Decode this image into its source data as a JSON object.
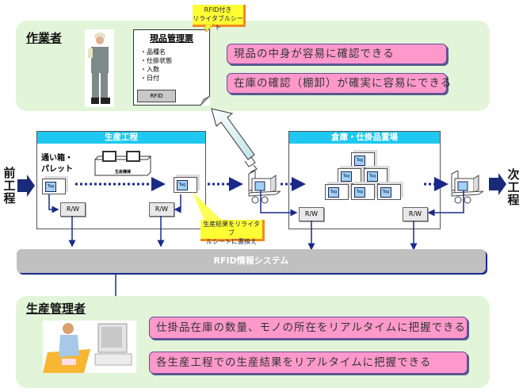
{
  "worker_section": {
    "title": "作業者",
    "sheet": {
      "title": "現品管理票",
      "items": [
        "・品種名",
        "・仕掛状態",
        "・入数",
        "・日付"
      ],
      "rfid_label": "RFID"
    },
    "sheet_callout": [
      "RFID付き",
      "リライタブルシート"
    ],
    "benefits": [
      "現品の中身が容易に確認できる",
      "在庫の確認（棚卸）が確実に容易にできる"
    ]
  },
  "flow": {
    "prev_process": "前工程",
    "next_process": "次工程",
    "production": {
      "title": "生産工程",
      "container_label": [
        "通い箱・",
        "パレット"
      ],
      "machine_label": "生産機械"
    },
    "warehouse": {
      "title": "倉庫・仕掛品置場"
    },
    "tag_label": "Tag",
    "rw_label": "R/W",
    "rewrite_callout": [
      "生産結果をリライタブ",
      "ルシートに書換え"
    ]
  },
  "system": {
    "label": "RFID情報システム"
  },
  "manager_section": {
    "title": "生産管理者",
    "benefits": [
      "仕掛品在庫の数量、モノの所在をリアルタイムに把握できる",
      "各生産工程での生産結果をリアルタイムに把握できる"
    ]
  },
  "colors": {
    "panel_bg": "#e2f5d9",
    "benefit_bg": "#ff99cc",
    "header_cyan": "#1ec8f0",
    "arrow_navy": "#1a2a8a",
    "callout_yellow": "#ffff33"
  }
}
